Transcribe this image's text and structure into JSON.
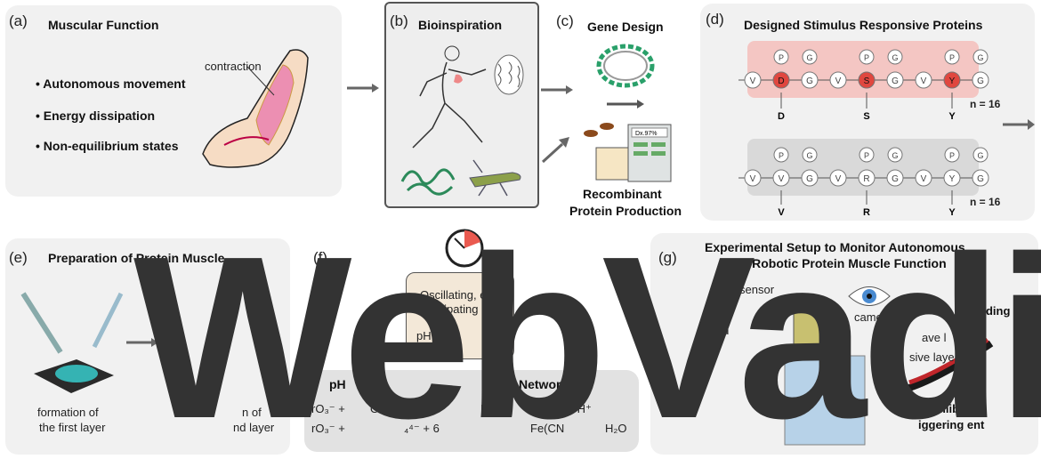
{
  "panels": {
    "a": {
      "label": "(a)",
      "title": "Muscular Function",
      "bullets": [
        "Autonomous movement",
        "Energy  dissipation",
        "Non-equilibrium states"
      ],
      "annotation": "contraction"
    },
    "b": {
      "label": "(b)",
      "title": "Bioinspiration"
    },
    "c": {
      "label": "(c)",
      "title": "Gene Design",
      "subtitle_line1": "Recombinant",
      "subtitle_line2": "Protein Production",
      "display": "Dx.97%"
    },
    "d": {
      "label": "(d)",
      "title": "Designed Stimulus Responsive Proteins",
      "row1": {
        "top": [
          "P",
          "G",
          "",
          "P",
          "G",
          "",
          "P",
          "G"
        ],
        "bottom": [
          "V",
          "D",
          "G",
          "V",
          "S",
          "G",
          "V",
          "Y",
          "G"
        ],
        "highlight": [
          1,
          4,
          7
        ],
        "marks": [
          "D",
          "S",
          "Y"
        ],
        "n": "n = 16"
      },
      "row2": {
        "top": [
          "P",
          "G",
          "",
          "P",
          "G",
          "",
          "P",
          "G"
        ],
        "bottom": [
          "V",
          "V",
          "G",
          "V",
          "R",
          "G",
          "V",
          "Y",
          "G"
        ],
        "marks": [
          "V",
          "R",
          "Y"
        ],
        "n": "n = 16"
      }
    },
    "e": {
      "label": "(e)",
      "title": "Preparation of Protein Muscle",
      "cap1_l1": "formation of",
      "cap1_l2": "the first layer",
      "cap2_l1": "n of",
      "cap2_l2": "nd layer"
    },
    "f": {
      "label": "(f)",
      "box_l1": "Oscillating, ener",
      "box_l2": "dissipating react",
      "ph": "pH",
      "network_title_l": "pH",
      "network_title_r": "R     on Network",
      "eq1_l": "rO₃⁻ + ",
      "eq1_m": "O₃− + H⁺",
      "eq1_r": "Br",
      "eq1_s": "O₄²⁻+ 4  H⁺",
      "eq2_l": "rO₃⁻  +  ",
      "eq2_m": "₄⁴⁻ + 6",
      "eq2_r": "Fe(CN",
      "eq2_s": "H₂O"
    },
    "g": {
      "label": "(g)",
      "title_l1": "Experimental Setup to Monitor Autonomous",
      "title_l2": "Soft Robotic Protein Muscle Function",
      "ph_sensor": "H sensor",
      "camera": "camera",
      "bending": "a     bending",
      "chem": "che     fu",
      "layer1": "ave l",
      "layer2": "sive layer",
      "ne1": "on-equilib       tate",
      "ne2": "iggering       ent"
    }
  },
  "watermark": "WebVadi",
  "colors": {
    "panel": "#f1f1f1",
    "highlight": "#e0473f",
    "pink_band": "#f4c6c3",
    "grey_band": "#d9d9d9"
  }
}
